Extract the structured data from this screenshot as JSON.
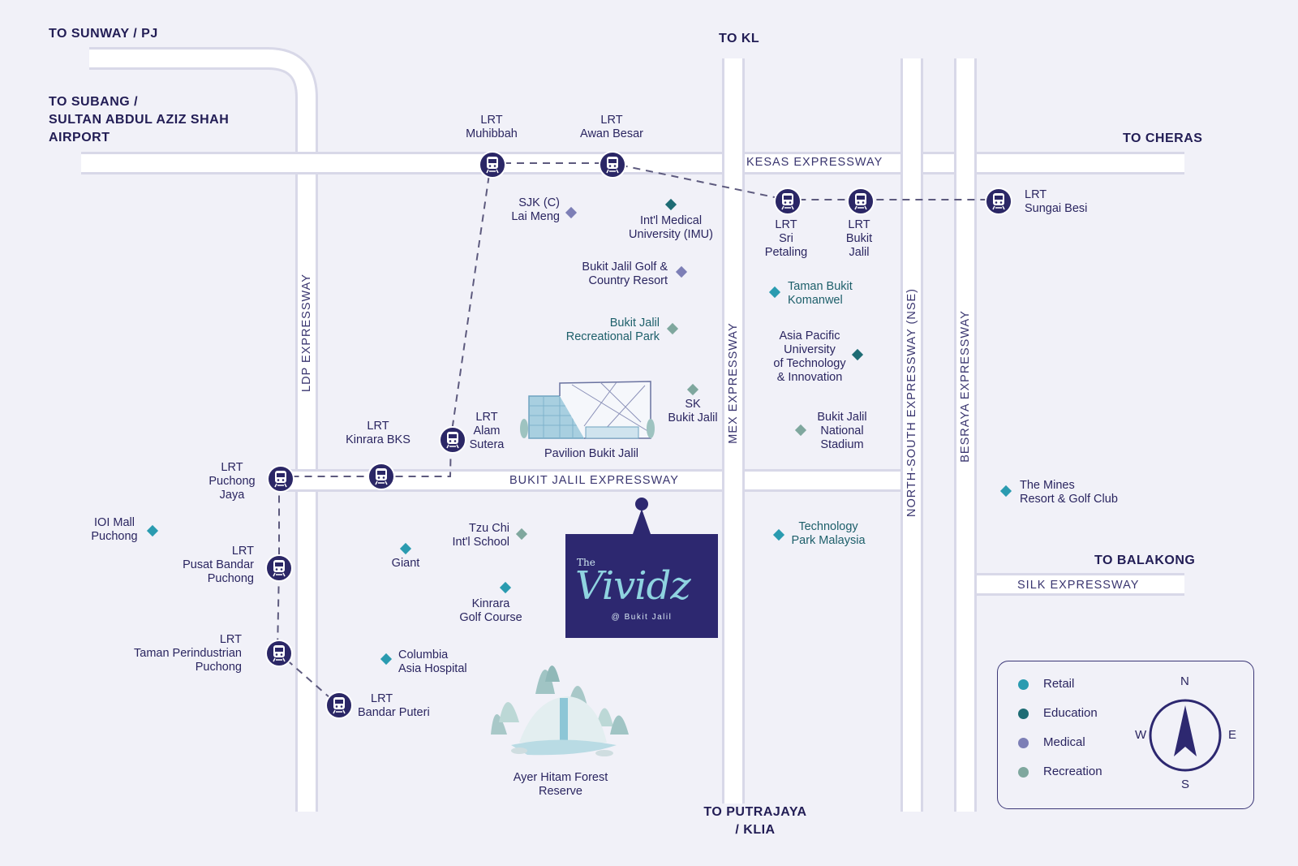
{
  "directions": {
    "sunway": "TO SUNWAY / PJ",
    "kl": "TO KL",
    "subang_1": "TO SUBANG /",
    "subang_2": "SULTAN ABDUL AZIZ SHAH",
    "subang_3": "AIRPORT",
    "cheras": "TO CHERAS",
    "balakong": "TO BALAKONG",
    "putrajaya_1": "TO PUTRAJAYA",
    "putrajaya_2": "/ KLIA"
  },
  "roads": {
    "kesas": "KESAS EXPRESSWAY",
    "bukit_jalil": "BUKIT JALIL EXPRESSWAY",
    "silk": "SILK EXPRESSWAY",
    "ldp": "LDP EXPRESSWAY",
    "mex": "MEX EXPRESSWAY",
    "nse": "NORTH-SOUTH EXPRESSWAY (NSE)",
    "besraya": "BESRAYA EXPRESSWAY"
  },
  "stations": {
    "muhibbah": [
      "LRT",
      "Muhibbah"
    ],
    "awan_besar": [
      "LRT",
      "Awan Besar"
    ],
    "sri_petaling": [
      "LRT",
      "Sri",
      "Petaling"
    ],
    "bukit_jalil": [
      "LRT",
      "Bukit",
      "Jalil"
    ],
    "sungai_besi": [
      "LRT",
      "Sungai Besi"
    ],
    "alam_sutera": [
      "LRT",
      "Alam",
      "Sutera"
    ],
    "kinrara_bks": [
      "LRT",
      "Kinrara BKS"
    ],
    "puchong_jaya": [
      "LRT",
      "Puchong",
      "Jaya"
    ],
    "pusat_bandar_puchong": [
      "LRT",
      "Pusat Bandar",
      "Puchong"
    ],
    "taman_perindustrian_puchong": [
      "LRT",
      "Taman Perindustrian",
      "Puchong"
    ],
    "bandar_puteri": [
      "LRT",
      "Bandar Puteri"
    ]
  },
  "places": {
    "sjk": [
      "SJK (C)",
      "Lai Meng"
    ],
    "imu": [
      "Int'l Medical",
      "University (IMU)"
    ],
    "golf_resort": [
      "Bukit Jalil Golf &",
      "Country Resort"
    ],
    "rec_park": [
      "Bukit Jalil",
      "Recreational Park"
    ],
    "komanwel": [
      "Taman Bukit",
      "Komanwel"
    ],
    "apu": [
      "Asia Pacific",
      "University",
      "of Technology",
      "& Innovation"
    ],
    "sk_bukit_jalil": [
      "SK",
      "Bukit Jalil"
    ],
    "pavilion": "Pavilion Bukit Jalil",
    "stadium": [
      "Bukit Jalil",
      "National",
      "Stadium"
    ],
    "mines": [
      "The Mines",
      "Resort & Golf Club"
    ],
    "ioi": [
      "IOI Mall",
      "Puchong"
    ],
    "tzu_chi": [
      "Tzu Chi",
      "Int'l School"
    ],
    "giant": "Giant",
    "tpm": [
      "Technology",
      "Park Malaysia"
    ],
    "kinrara_golf": [
      "Kinrara",
      "Golf Course"
    ],
    "columbia": [
      "Columbia",
      "Asia Hospital"
    ],
    "ayer_hitam": [
      "Ayer Hitam Forest",
      "Reserve"
    ]
  },
  "project": {
    "the": "The",
    "name": "Vividz",
    "sub": "@ Bukit Jalil"
  },
  "legend": {
    "retail": "Retail",
    "education": "Education",
    "medical": "Medical",
    "recreation": "Recreation"
  },
  "compass": {
    "n": "N",
    "s": "S",
    "e": "E",
    "w": "W"
  },
  "colors": {
    "retail": "#2a9bb0",
    "education": "#1e6c74",
    "medical": "#7d7fb6",
    "recreation": "#7fa79e",
    "station": "#2b2766",
    "project_bg": "#2d2870"
  }
}
